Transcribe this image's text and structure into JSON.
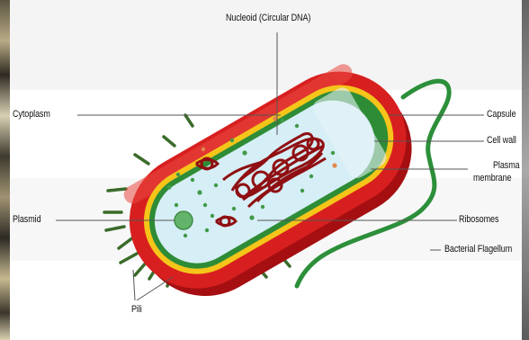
{
  "labels": {
    "nucleoid": "Nucleoid (Circular DNA)",
    "cytoplasm": "Cytoplasm",
    "plasmid": "Plasmid",
    "pili": "Pili",
    "capsule": "Capsule",
    "cell_wall": "Cell wall",
    "plasma_membrane_line1": "Plasma",
    "plasma_membrane_line2": "membrane",
    "ribosomes": "Ribosomes",
    "flagellum": "Bacterial Flagellum"
  },
  "colors": {
    "capsule": "#d81f1f",
    "capsule_dark": "#a50f12",
    "cell_wall": "#f5c51a",
    "plasma_membrane": "#2e8c36",
    "cytoplasm": "#d6eef6",
    "dna": "#8f0f12",
    "ribosome": "#3f9a48",
    "flagellum": "#2c8f3a",
    "pili": "#3a6b2a",
    "leader_line": "#555555"
  },
  "icons": [
    "bacterium-diagram"
  ]
}
